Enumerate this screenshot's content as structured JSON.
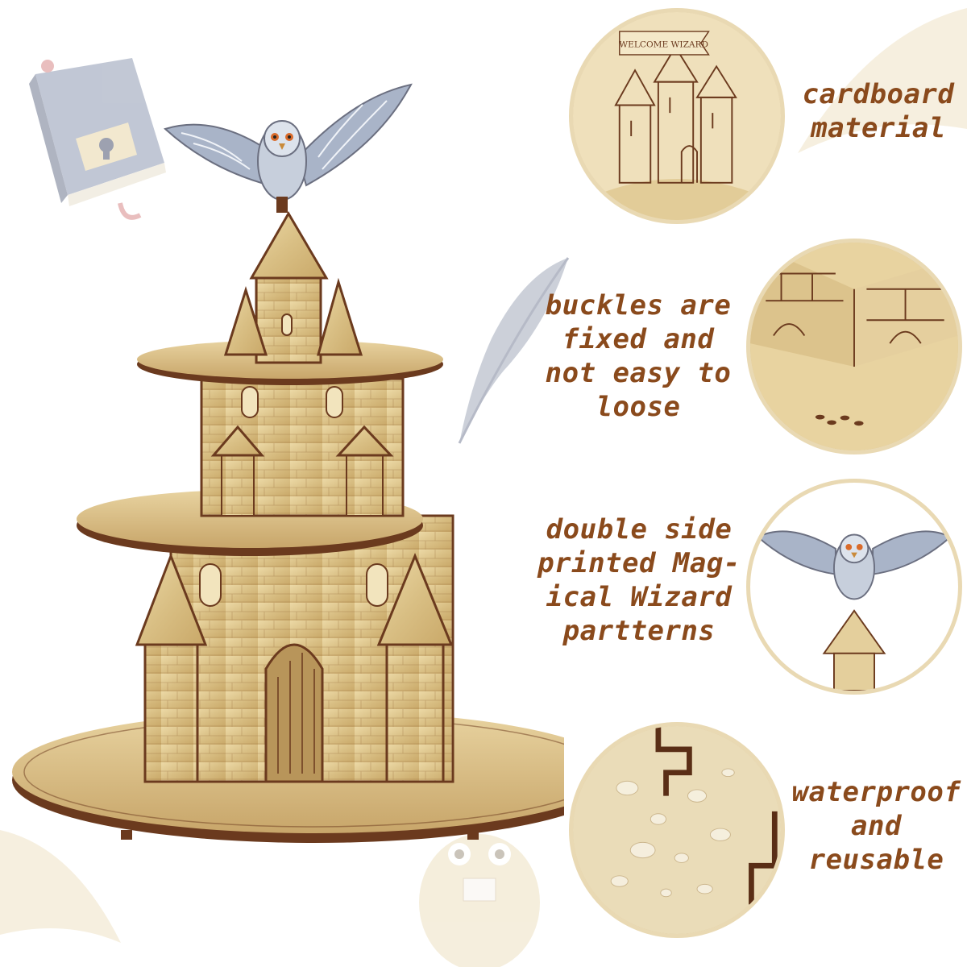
{
  "features": [
    {
      "id": "material",
      "text": "cardboard\nmaterial",
      "image": "castle-sketch-closeup"
    },
    {
      "id": "buckles",
      "text": "buckles are\nfixed and\nnot easy to\nloose",
      "image": "buckle-joint-closeup"
    },
    {
      "id": "printing",
      "text": "double side\nprinted Mag-\nical Wizard\npartterns",
      "image": "owl-on-tower-closeup"
    },
    {
      "id": "waterproof",
      "text": "waterproof\nand\nreusable",
      "image": "water-droplets-closeup"
    }
  ],
  "closeup_banner": "WELCOME WIZARD",
  "colors": {
    "text_brown": "#8a4a1c",
    "parchment": "#e4cf9c",
    "parchment_dark": "#c7a66a",
    "ink": "#6b3a1e",
    "owl_grey": "#a9b4c8"
  },
  "icons": [
    "spellbook-icon",
    "quill-feather-icon",
    "owl-decoration-icon",
    "owl-topper-icon"
  ]
}
